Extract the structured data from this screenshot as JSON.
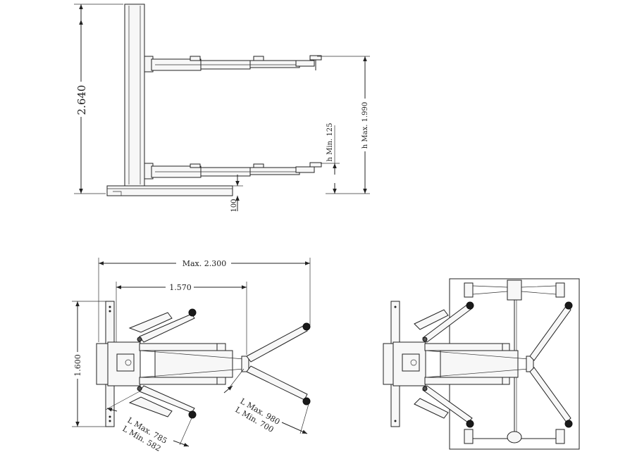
{
  "dimensions": {
    "total_height": "2.640",
    "lift_height_max": "h Max. 1.990",
    "lift_height_min": "h Min. 125",
    "base_height": "100",
    "width_max": "Max. 2.300",
    "width_inner": "1.570",
    "column_depth": "1.600",
    "long_arm": "L Max. 980",
    "long_arm_min": "L Min. 700",
    "short_arm": "L Max. 785",
    "short_arm_min": "L Min. 582"
  },
  "colors": {
    "line": "#222222",
    "pad": "#1a1a1a",
    "fill": "#f7f7f7"
  }
}
